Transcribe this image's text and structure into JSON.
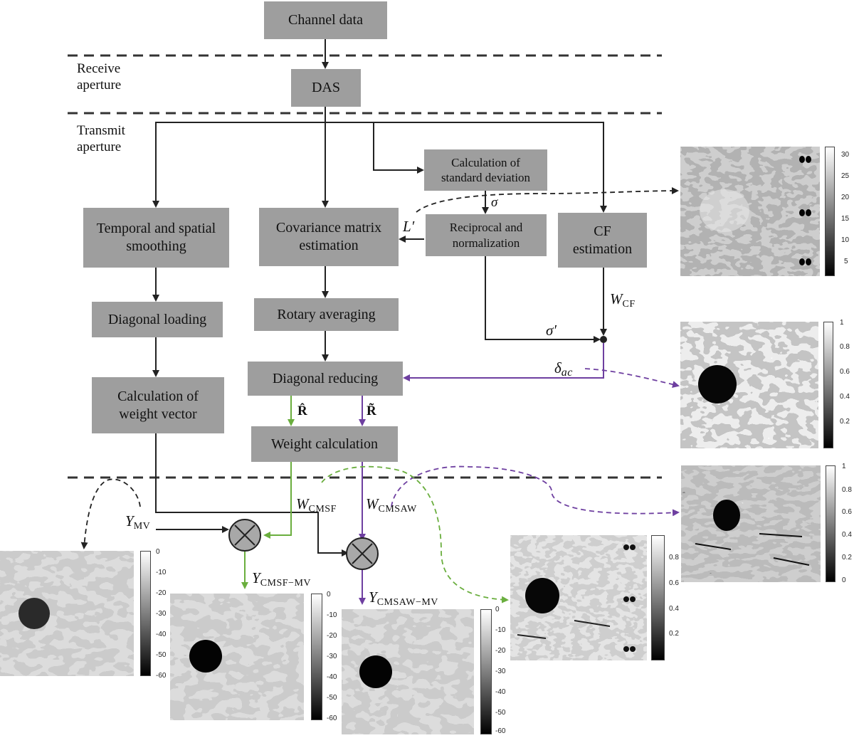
{
  "sections": {
    "receive": [
      "Receive",
      "aperture"
    ],
    "transmit": [
      "Transmit",
      "aperture"
    ]
  },
  "boxes": {
    "channel_data": [
      "Channel data"
    ],
    "das": [
      "DAS"
    ],
    "temporal_spatial": [
      "Temporal and spatial",
      "smoothing"
    ],
    "diagonal_loading": [
      "Diagonal loading"
    ],
    "weight_vector": [
      "Calculation of",
      "weight vector"
    ],
    "covariance": [
      "Covariance matrix",
      "estimation"
    ],
    "rotary": [
      "Rotary averaging"
    ],
    "diagonal_reducing": [
      "Diagonal reducing"
    ],
    "weight_calc": [
      "Weight calculation"
    ],
    "std_dev": [
      "Calculation of",
      "standard deviation"
    ],
    "reciprocal": [
      "Reciprocal and",
      "normalization"
    ],
    "cf": [
      "CF",
      "estimation"
    ]
  },
  "symbols": {
    "sigma": "σ",
    "l_prime": "L′",
    "sigma_prime": "σ′",
    "w_cf": {
      "base": "W",
      "sub": "CF"
    },
    "delta_ac": {
      "base": "δ",
      "sub": "ac"
    },
    "r_hat_1": "R̂",
    "r_hat_2": "R̃",
    "w_cmsf": {
      "base": "W",
      "sub": "CMSF"
    },
    "w_cmsaw": {
      "base": "W",
      "sub": "CMSAW"
    },
    "y_mv": {
      "base": "Y",
      "sub": "MV"
    },
    "y_cmsf_mv": {
      "base": "Y",
      "sub": "CMSF−MV"
    },
    "y_cmsaw_mv": {
      "base": "Y",
      "sub": "CMSAW−MV"
    }
  },
  "colorbars": {
    "cb1": [
      "30",
      "25",
      "20",
      "15",
      "10",
      "5"
    ],
    "cb2": [
      "1",
      "0.8",
      "0.6",
      "0.4",
      "0.2"
    ],
    "cb3": [
      "1",
      "0.8",
      "0.6",
      "0.4",
      "0.2",
      "0"
    ],
    "cb4": [
      "0.8",
      "0.6",
      "0.4",
      "0.2"
    ],
    "cb_db": [
      "0",
      "-10",
      "-20",
      "-30",
      "-40",
      "-50",
      "-60"
    ]
  },
  "colors": {
    "box_fill": "#9e9e9e",
    "black_path": "#222222",
    "green_path": "#6aae3e",
    "purple_path": "#6e3fa0"
  }
}
